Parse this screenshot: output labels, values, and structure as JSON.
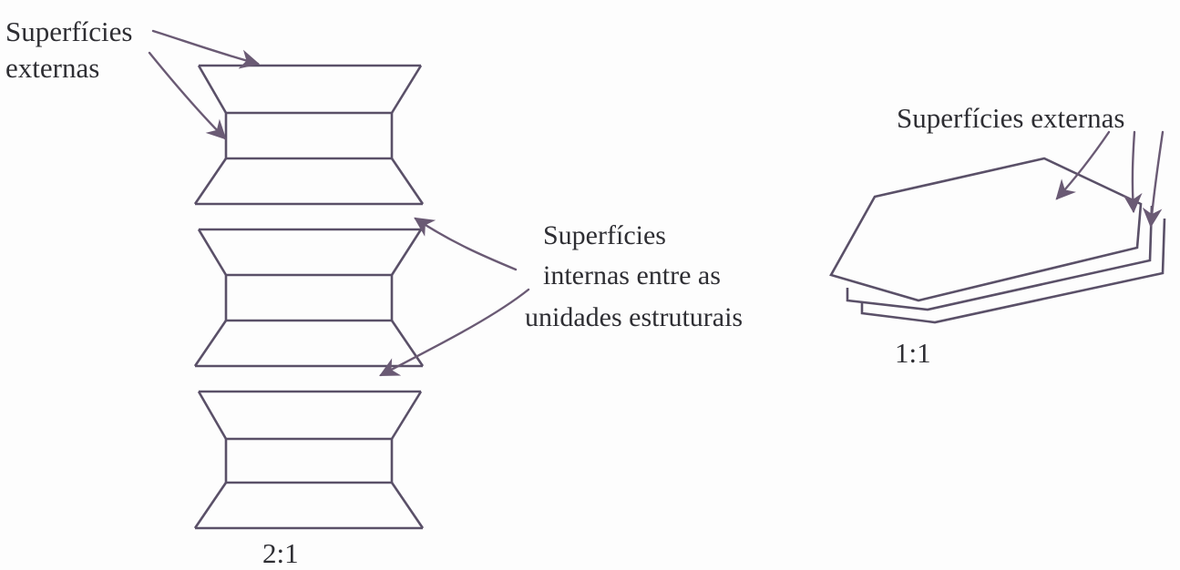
{
  "labels": {
    "outer_left_line1": "Superfícies",
    "outer_left_line2": "externas",
    "outer_right": "Superfícies externas",
    "inner_line1": "Superfícies",
    "inner_line2": "internas entre as",
    "inner_line3": "unidades estruturais",
    "ratio_left": "2:1",
    "ratio_right": "1:1"
  },
  "colors": {
    "line": "#5a5068",
    "arrow": "#6a5a74",
    "text": "#2e2e33"
  }
}
